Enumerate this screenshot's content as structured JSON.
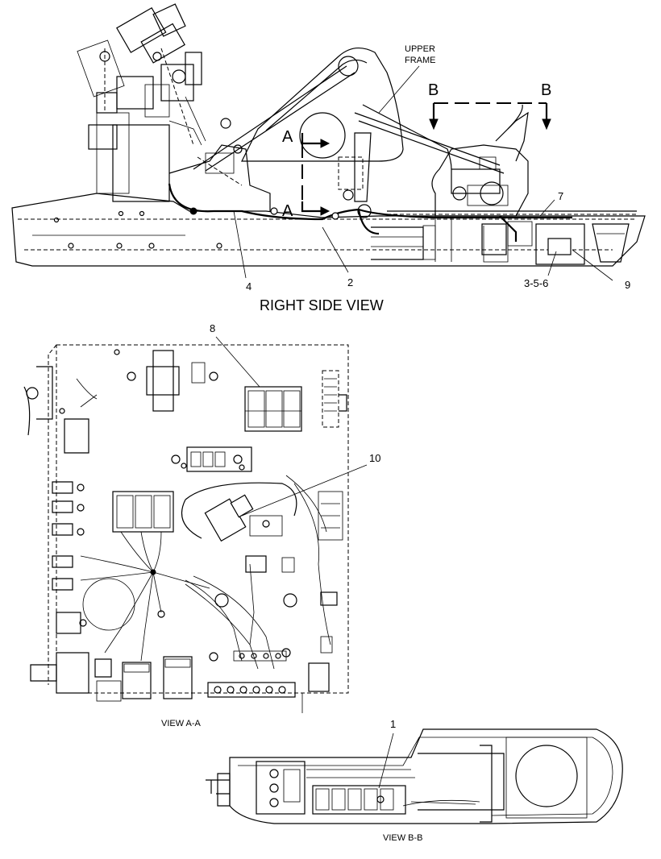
{
  "labels": {
    "upper_frame_1": "UPPER",
    "upper_frame_2": "FRAME",
    "section_a": "A",
    "section_b": "B",
    "right_side_view": "RIGHT SIDE VIEW",
    "view_aa": "VIEW A-A",
    "view_bb": "VIEW B-B"
  },
  "callouts": {
    "c1": "1",
    "c2": "2",
    "c356": "3-5-6",
    "c4": "4",
    "c7": "7",
    "c8": "8",
    "c9": "9",
    "c10": "10"
  }
}
